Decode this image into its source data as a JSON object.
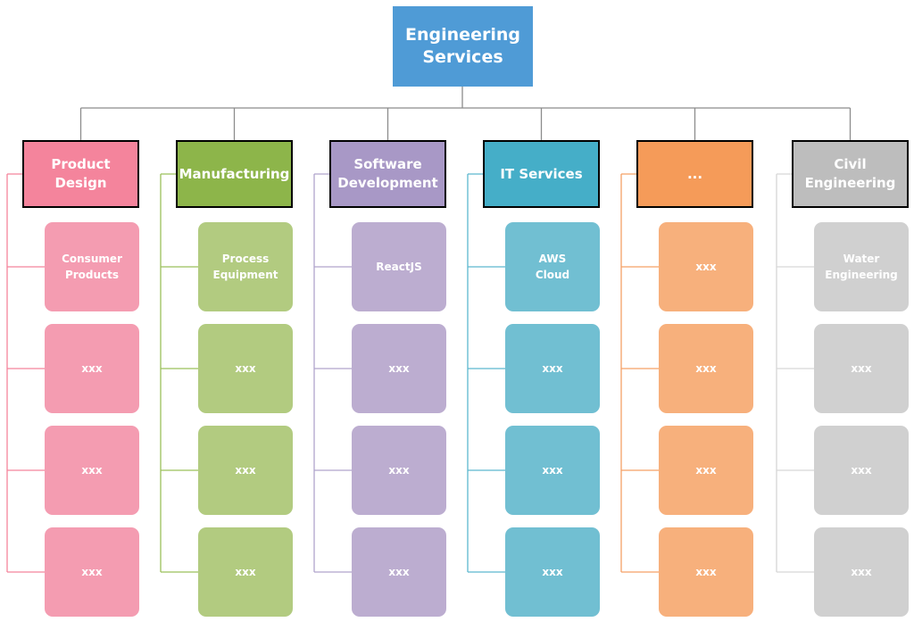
{
  "root": {
    "label": "Engineering\nServices",
    "color": "#4f9bd6"
  },
  "branches": [
    {
      "label": "Product\nDesign",
      "color": "#f4849c",
      "leaf_color": "#f49cb1",
      "line_color": "#f4849c",
      "items": [
        "Consumer\nProducts",
        "xxx",
        "xxx",
        "xxx"
      ]
    },
    {
      "label": "Manufacturing",
      "color": "#8db54a",
      "leaf_color": "#b2cb80",
      "line_color": "#9bc05a",
      "items": [
        "Process\nEquipment",
        "xxx",
        "xxx",
        "xxx"
      ]
    },
    {
      "label": "Software\nDevelopment",
      "color": "#a898c6",
      "leaf_color": "#bcadd0",
      "line_color": "#b0a4cc",
      "items": [
        "ReactJS",
        "xxx",
        "xxx",
        "xxx"
      ]
    },
    {
      "label": "IT Services",
      "color": "#45aec8",
      "leaf_color": "#71bfd2",
      "line_color": "#5cb8cf",
      "items": [
        "AWS\nCloud",
        "xxx",
        "xxx",
        "xxx"
      ]
    },
    {
      "label": "...",
      "color": "#f59b59",
      "leaf_color": "#f7b07c",
      "line_color": "#f5a066",
      "items": [
        "xxx",
        "xxx",
        "xxx",
        "xxx"
      ]
    },
    {
      "label": "Civil\nEngineering",
      "color": "#bdbdbd",
      "leaf_color": "#d0d0d0",
      "line_color": "#d6d6d6",
      "items": [
        "Water\nEngineering",
        "xxx",
        "xxx",
        "xxx"
      ]
    }
  ]
}
